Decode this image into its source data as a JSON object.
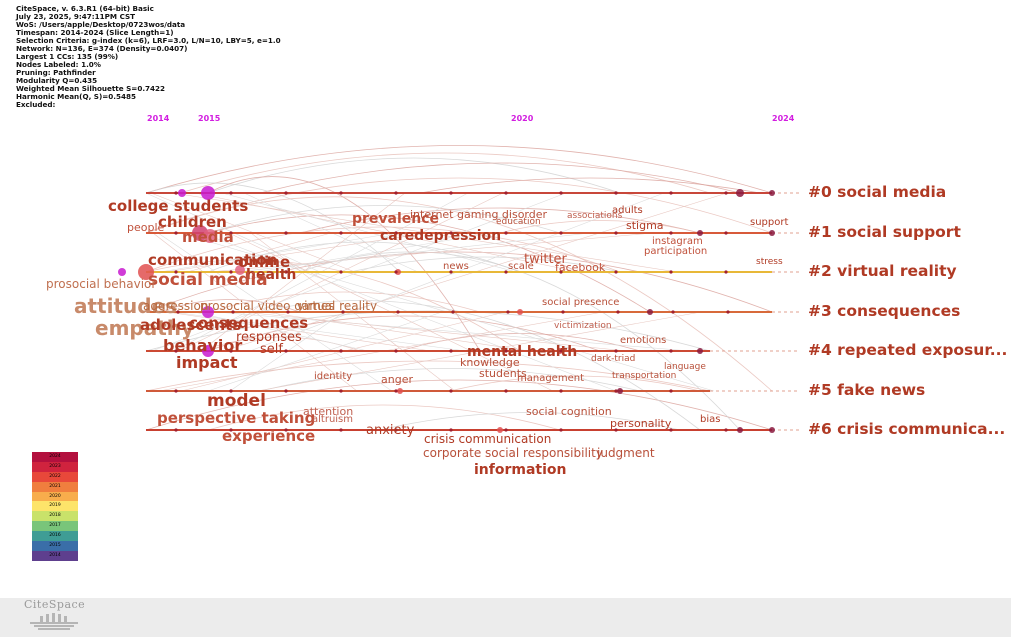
{
  "info_lines": [
    "CiteSpace, v. 6.3.R1 (64-bit) Basic",
    "July 23, 2025, 9:47:11PM CST",
    "WoS: /Users/apple/Desktop/0723wos/data",
    "Timespan: 2014-2024 (Slice Length=1)",
    "Selection Criteria: g-index (k=6), LRF=3.0, L/N=10, LBY=5, e=1.0",
    "Network: N=136, E=374 (Density=0.0407)",
    "Largest 1 CCs: 135 (99%)",
    "Nodes Labeled: 1.0%",
    "Pruning: Pathfinder",
    "Modularity Q=0.435",
    "Weighted Mean Silhouette S=0.7422",
    "Harmonic Mean(Q, S)=0.5485",
    "Excluded:"
  ],
  "years": [
    "2014",
    "2015",
    "2020",
    "2024"
  ],
  "clusters": [
    {
      "label": "#0 social media",
      "color": "#c8473a"
    },
    {
      "label": "#1 social support",
      "color": "#d85a3a"
    },
    {
      "label": "#2 virtual reality",
      "color": "#e8b838"
    },
    {
      "label": "#3 consequences",
      "color": "#d86a3a"
    },
    {
      "label": "#4 repeated exposur...",
      "color": "#cc4a34"
    },
    {
      "label": "#5 fake news",
      "color": "#d05a3a"
    },
    {
      "label": "#6 crisis communica...",
      "color": "#c84030"
    }
  ],
  "keywords": [
    {
      "text": "college students",
      "size": 15
    },
    {
      "text": "children",
      "size": 15
    },
    {
      "text": "media",
      "size": 15
    },
    {
      "text": "people",
      "size": 11
    },
    {
      "text": "prevalence",
      "size": 14
    },
    {
      "text": "internet gaming disorder",
      "size": 11
    },
    {
      "text": "associations",
      "size": 9
    },
    {
      "text": "adults",
      "size": 10
    },
    {
      "text": "education",
      "size": 9
    },
    {
      "text": "stigma",
      "size": 11
    },
    {
      "text": "support",
      "size": 10
    },
    {
      "text": "caredepression",
      "size": 14
    },
    {
      "text": "communication",
      "size": 15
    },
    {
      "text": "online",
      "size": 15
    },
    {
      "text": "health",
      "size": 14
    },
    {
      "text": "social media",
      "size": 17
    },
    {
      "text": "instagram",
      "size": 10
    },
    {
      "text": "participation",
      "size": 10
    },
    {
      "text": "twitter",
      "size": 13
    },
    {
      "text": "facebook",
      "size": 11
    },
    {
      "text": "news",
      "size": 10
    },
    {
      "text": "scale",
      "size": 10
    },
    {
      "text": "stress",
      "size": 9
    },
    {
      "text": "prosocial behavior",
      "size": 12
    },
    {
      "text": "attitudes",
      "size": 20
    },
    {
      "text": "empathy",
      "size": 20
    },
    {
      "text": "aggression",
      "size": 12
    },
    {
      "text": "prosocial video games",
      "size": 12
    },
    {
      "text": "virtual reality",
      "size": 12
    },
    {
      "text": "social presence",
      "size": 10
    },
    {
      "text": "adolescents",
      "size": 15
    },
    {
      "text": "consequences",
      "size": 15
    },
    {
      "text": "responses",
      "size": 13
    },
    {
      "text": "behavior",
      "size": 16
    },
    {
      "text": "self",
      "size": 13
    },
    {
      "text": "impact",
      "size": 16
    },
    {
      "text": "victimization",
      "size": 9
    },
    {
      "text": "emotions",
      "size": 10
    },
    {
      "text": "mental health",
      "size": 14
    },
    {
      "text": "knowledge",
      "size": 11
    },
    {
      "text": "dark-triad",
      "size": 9
    },
    {
      "text": "students",
      "size": 11
    },
    {
      "text": "management",
      "size": 10
    },
    {
      "text": "identity",
      "size": 10
    },
    {
      "text": "anger",
      "size": 11
    },
    {
      "text": "language",
      "size": 9
    },
    {
      "text": "transportation",
      "size": 9
    },
    {
      "text": "model",
      "size": 17
    },
    {
      "text": "perspective taking",
      "size": 15
    },
    {
      "text": "attention",
      "size": 11
    },
    {
      "text": "altruism",
      "size": 10
    },
    {
      "text": "social cognition",
      "size": 11
    },
    {
      "text": "personality",
      "size": 11
    },
    {
      "text": "bias",
      "size": 10
    },
    {
      "text": "experience",
      "size": 15
    },
    {
      "text": "anxiety",
      "size": 13
    },
    {
      "text": "crisis communication",
      "size": 12
    },
    {
      "text": "corporate social responsibility",
      "size": 12
    },
    {
      "text": "judgment",
      "size": 12
    },
    {
      "text": "information",
      "size": 14
    }
  ],
  "legend_years": [
    "2024",
    "2023",
    "2022",
    "2021",
    "2020",
    "2019",
    "2018",
    "2017",
    "2016",
    "2015",
    "2014"
  ],
  "legend_colors": [
    "#b3103e",
    "#d0233e",
    "#e8483a",
    "#f07e3e",
    "#f8ad4c",
    "#fde46a",
    "#c9e26a",
    "#79c57a",
    "#3f9d95",
    "#3a6ea8",
    "#5e3f8e"
  ],
  "logo_text": "CiteSpace"
}
